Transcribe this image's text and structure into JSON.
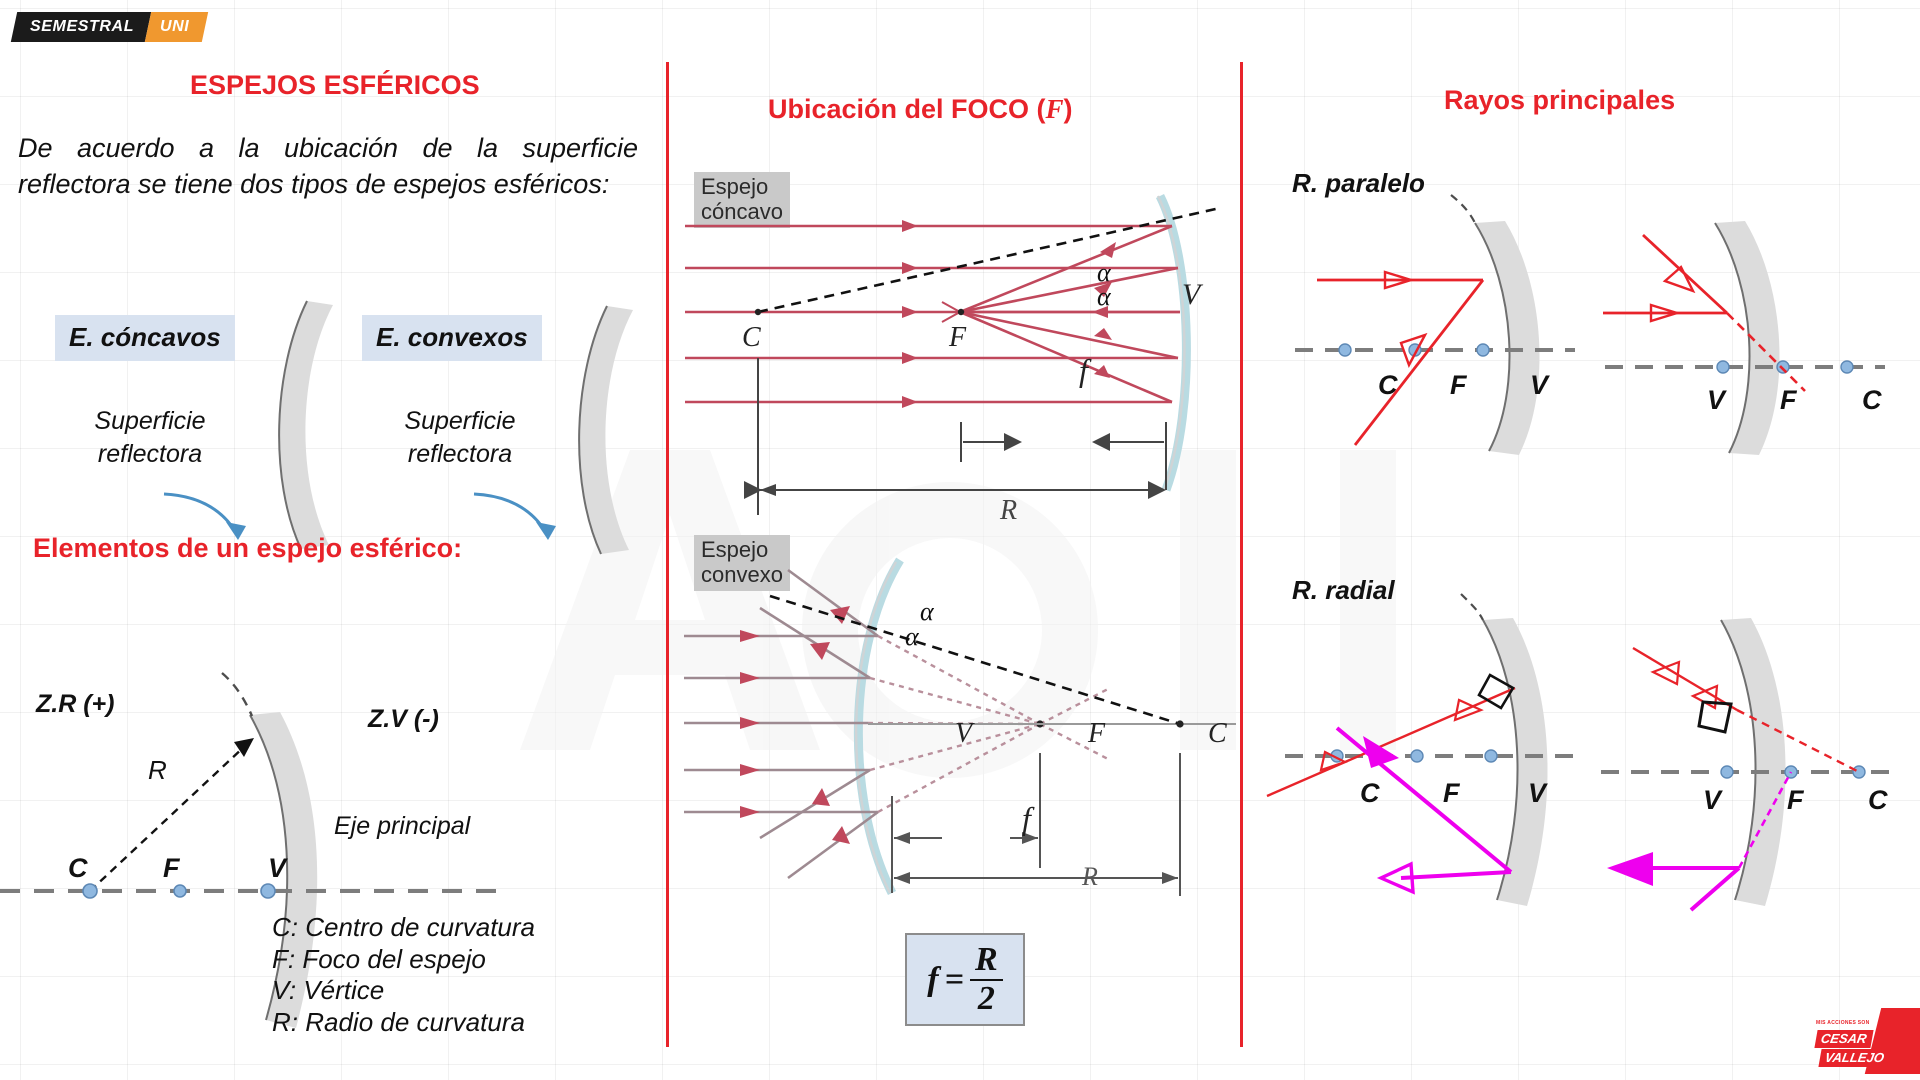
{
  "logo": {
    "left_text": "SEMESTRAL",
    "right_text": "UNI"
  },
  "left_column": {
    "title": "ESPEJOS ESFÉRICOS",
    "intro": "De acuerdo a la ubicación de la superficie reflectora se tiene dos tipos de espejos esféricos:",
    "mirror_types": [
      {
        "pill": "E. cóncavos",
        "caption": "Superficie\nreflectora"
      },
      {
        "pill": "E. convexos",
        "caption": "Superficie\nreflectora"
      }
    ],
    "elements_heading": "Elementos de un espejo esférico:",
    "zone_positive": "Z.R (+)",
    "zone_negative": "Z.V (-)",
    "axis_label": "Eje principal",
    "radius_label": "R",
    "points": {
      "c": "C",
      "f": "F",
      "v": "V"
    },
    "legend": [
      "C: Centro de curvatura",
      "F: Foco del espejo",
      "V: Vértice",
      "R: Radio de curvatura"
    ]
  },
  "center_column": {
    "title": "Ubicación del FOCO (F)",
    "title_plain": "Ubicación del FOCO (",
    "title_var": "F",
    "title_close": ")",
    "concave": {
      "chip": "Espejo\ncóncavo",
      "labels": {
        "c": "C",
        "f": "F",
        "v": "V",
        "focal": "f",
        "radius": "R",
        "alpha1": "α",
        "alpha2": "α"
      }
    },
    "convex": {
      "chip": "Espejo\nconvexo",
      "labels": {
        "c": "C",
        "f": "F",
        "v": "V",
        "focal": "f",
        "radius": "R",
        "alpha1": "α",
        "alpha2": "α"
      }
    },
    "formula": {
      "lhs": "f",
      "eq": "=",
      "numerator": "R",
      "denominator": "2"
    }
  },
  "right_column": {
    "title": "Rayos principales",
    "sections": [
      {
        "heading": "R. paralelo",
        "concave_labels": {
          "c": "C",
          "f": "F",
          "v": "V"
        },
        "convex_labels": {
          "v": "V",
          "f": "F",
          "c": "C"
        }
      },
      {
        "heading": "R. radial",
        "concave_labels": {
          "c": "C",
          "f": "F",
          "v": "V"
        },
        "convex_labels": {
          "v": "V",
          "f": "F",
          "c": "C"
        }
      }
    ]
  },
  "brand": {
    "tiny": "MIS ACCIONES SON",
    "line1": "CESAR",
    "line2": "VALLEJO"
  },
  "colors": {
    "accent_red": "#e8232a",
    "ray_red": "#e8232a",
    "ray_magenta": "#ee00ee",
    "mirror_gray": "#dcdcdc",
    "axis_gray": "#7d7d7d",
    "pill_blue": "#d8e2f0",
    "logo_orange": "#f0982f"
  }
}
